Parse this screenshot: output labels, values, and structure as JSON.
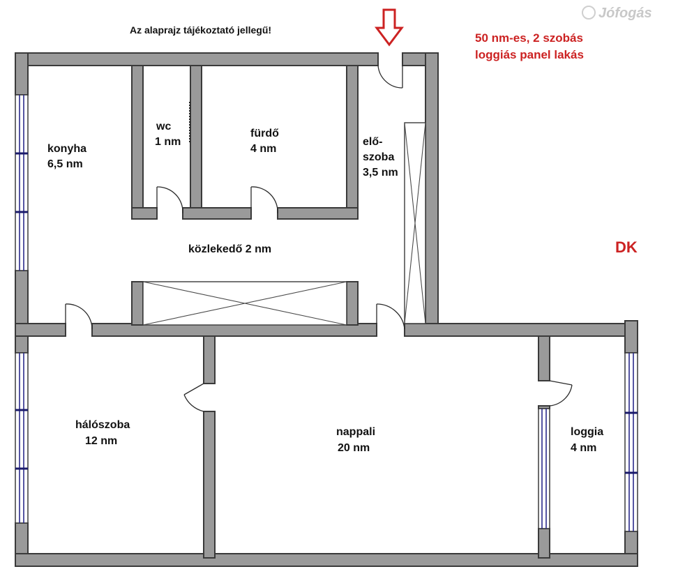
{
  "note": "Az alaprajz tájékoztató jellegű!",
  "title": {
    "line1": "50 nm-es, 2 szobás",
    "line2": "loggiás panel lakás",
    "color": "#cc2222"
  },
  "orientation": "DK",
  "watermark": "Jófogás",
  "entrance_icon": "arrow-down-icon",
  "rooms": [
    {
      "id": "konyha",
      "name": "konyha",
      "area": "6,5 nm"
    },
    {
      "id": "wc",
      "name": "wc",
      "area": "1 nm"
    },
    {
      "id": "furdo",
      "name": "fürdő",
      "area": "4 nm"
    },
    {
      "id": "eloszoba",
      "name_line1": "elő-",
      "name_line2": "szoba",
      "area": "3,5 nm"
    },
    {
      "id": "kozlekedo",
      "label": "közlekedő 2 nm"
    },
    {
      "id": "haloszoba",
      "name": "hálószoba",
      "area": "12 nm"
    },
    {
      "id": "nappali",
      "name": "nappali",
      "area": "20 nm"
    },
    {
      "id": "loggia",
      "name": "loggia",
      "area": "4 nm"
    }
  ]
}
